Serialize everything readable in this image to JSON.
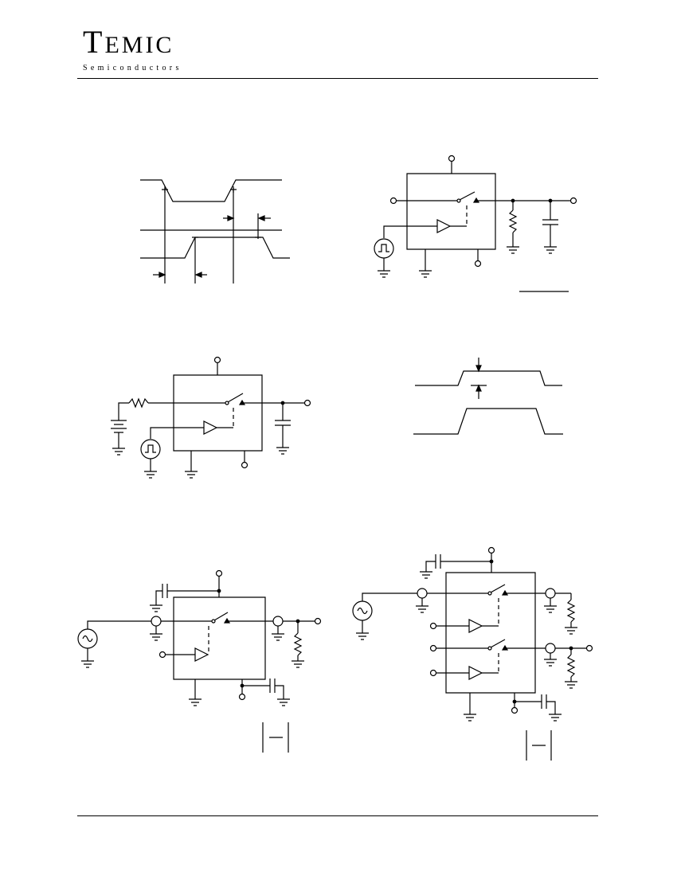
{
  "header": {
    "brand_initial": "T",
    "brand_rest": "EMIC",
    "tagline": "Semiconductors"
  },
  "colors": {
    "ink": "#000000",
    "background": "#ffffff"
  },
  "figures": [
    {
      "id": "timing-diagram"
    },
    {
      "id": "switch-test-circuit-rc-load"
    },
    {
      "id": "charge-injection-test-circuit"
    },
    {
      "id": "charge-injection-waveform"
    },
    {
      "id": "off-isolation-test-circuit"
    },
    {
      "id": "crosstalk-test-circuit"
    }
  ]
}
